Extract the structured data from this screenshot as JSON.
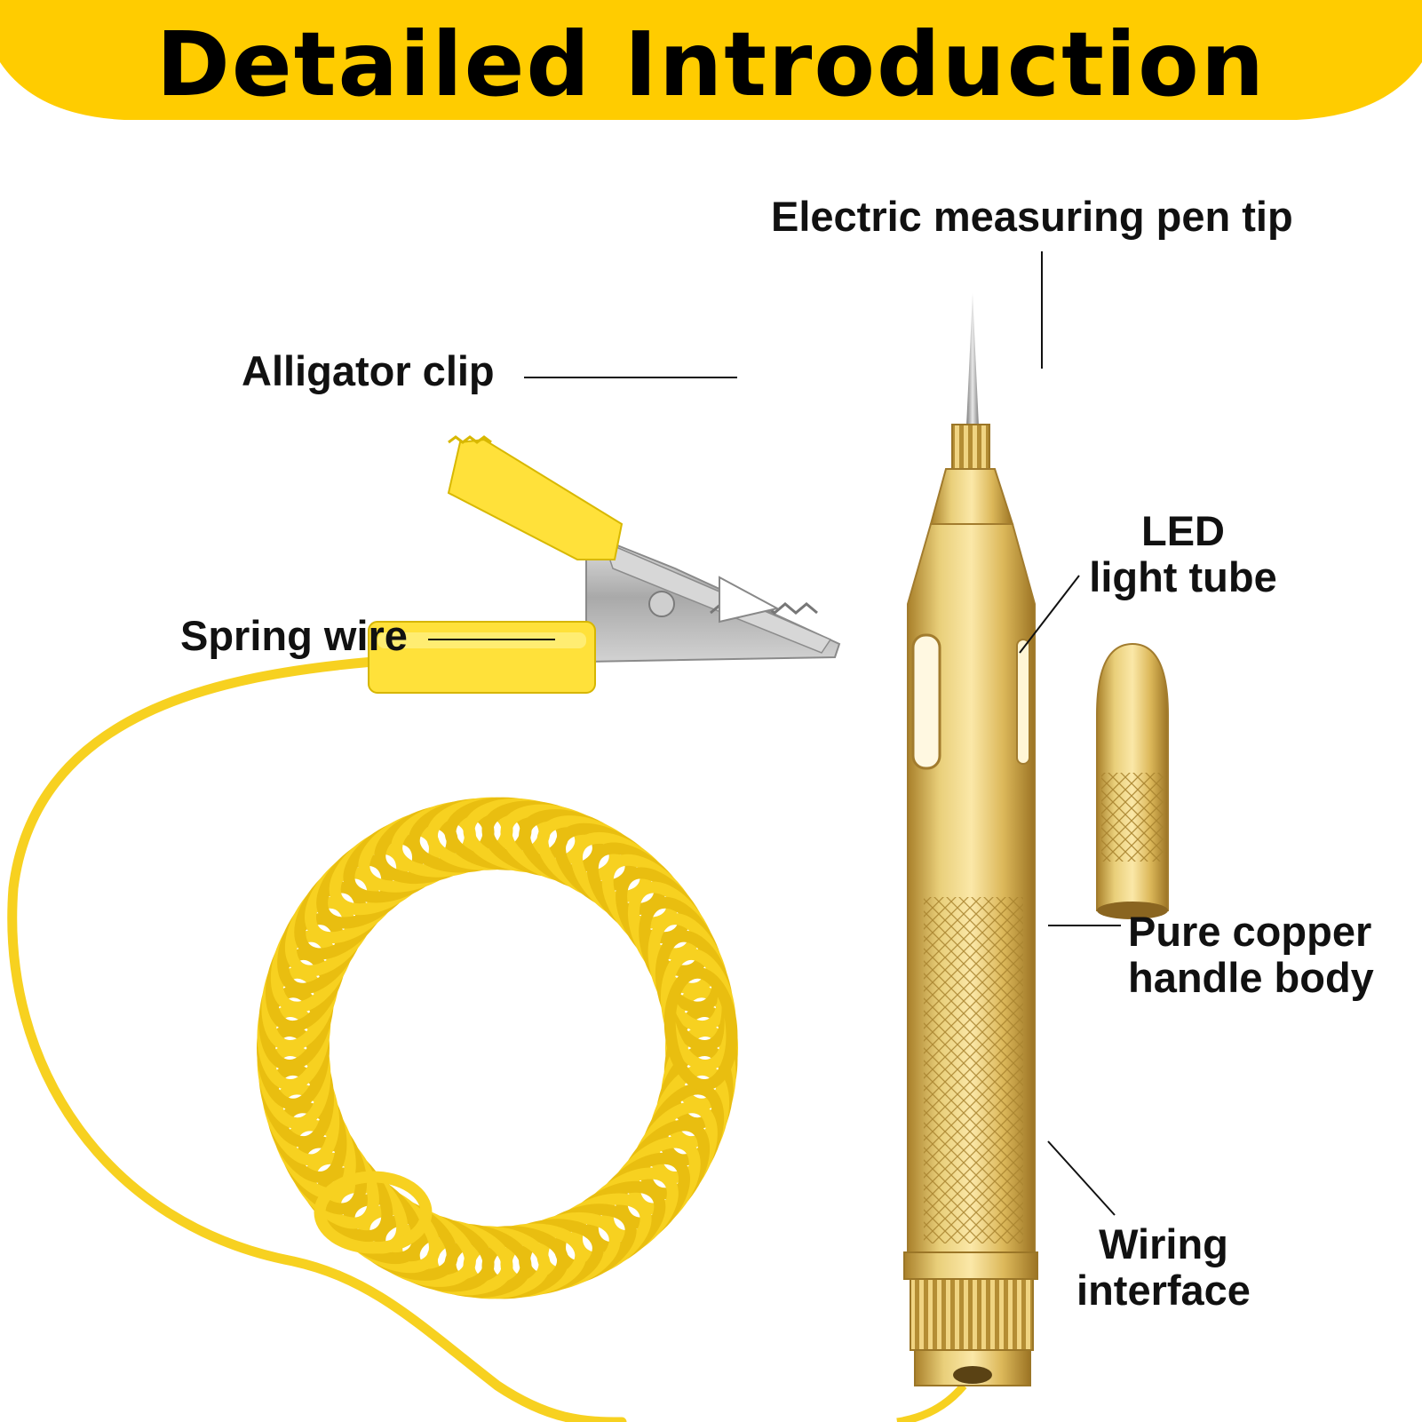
{
  "banner": {
    "title": "Detailed Introduction",
    "color": "#FFCC00"
  },
  "labels": {
    "pen_tip": "Electric measuring pen tip",
    "alligator_clip": "Alligator clip",
    "spring_wire": "Spring wire",
    "led_line1": "LED",
    "led_line2": "light tube",
    "copper_line1": "Pure copper",
    "copper_line2": "handle body",
    "wiring_line1": "Wiring",
    "wiring_line2": "interface"
  },
  "colors": {
    "wire": "#F7D120",
    "brass": "#D4AE4A",
    "clip_metal": "#B9B9B9",
    "clip_cover": "#FFE13A"
  }
}
